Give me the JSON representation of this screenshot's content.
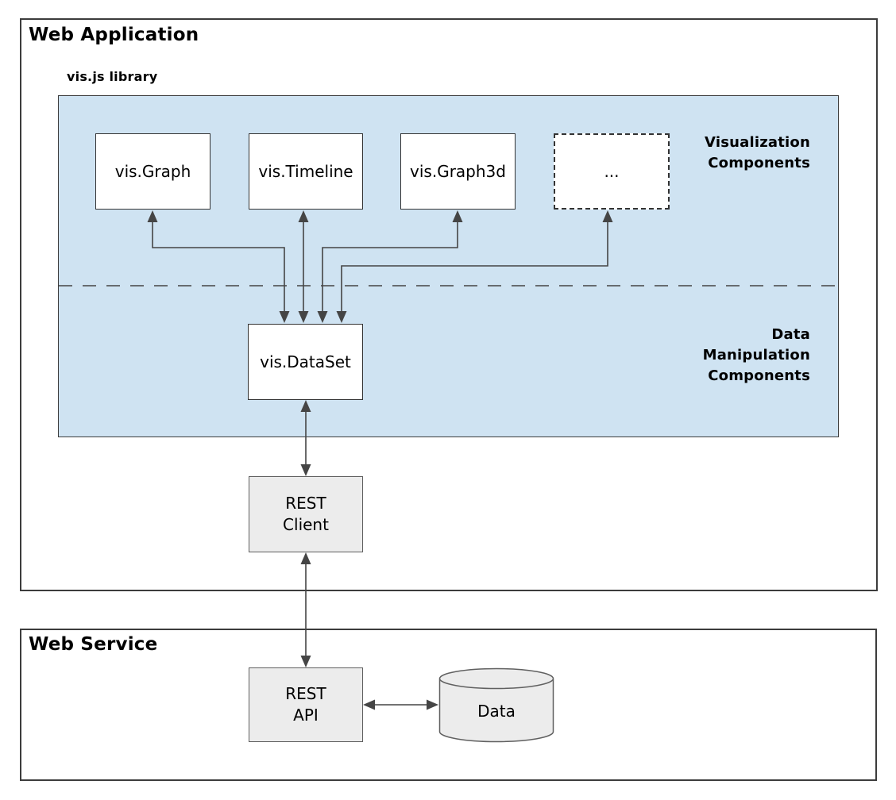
{
  "colors": {
    "canvas_bg": "#ffffff",
    "container_border": "#3c3c3c",
    "library_fill": "#cfe3f2",
    "shape_border": "#333333",
    "shape_fill_white": "#ffffff",
    "shape_fill_gray": "#ececec",
    "gray_border": "#5f5f5f",
    "cylinder_stroke": "#606060",
    "arrow_color": "#454545",
    "text_color": "#000000"
  },
  "web_application": {
    "title": "Web Application",
    "library": {
      "title": "vis.js library",
      "visualization_components_label": "Visualization\nComponents",
      "data_manipulation_components_label": "Data\nManipulation\nComponents",
      "components": [
        {
          "label": "vis.Graph"
        },
        {
          "label": "vis.Timeline"
        },
        {
          "label": "vis.Graph3d"
        },
        {
          "label": "..."
        }
      ],
      "dataset": {
        "label": "vis.DataSet"
      }
    },
    "rest_client": {
      "label": "REST\nClient"
    }
  },
  "web_service": {
    "title": "Web Service",
    "rest_api": {
      "label": "REST\nAPI"
    },
    "database": {
      "label": "Data"
    }
  }
}
